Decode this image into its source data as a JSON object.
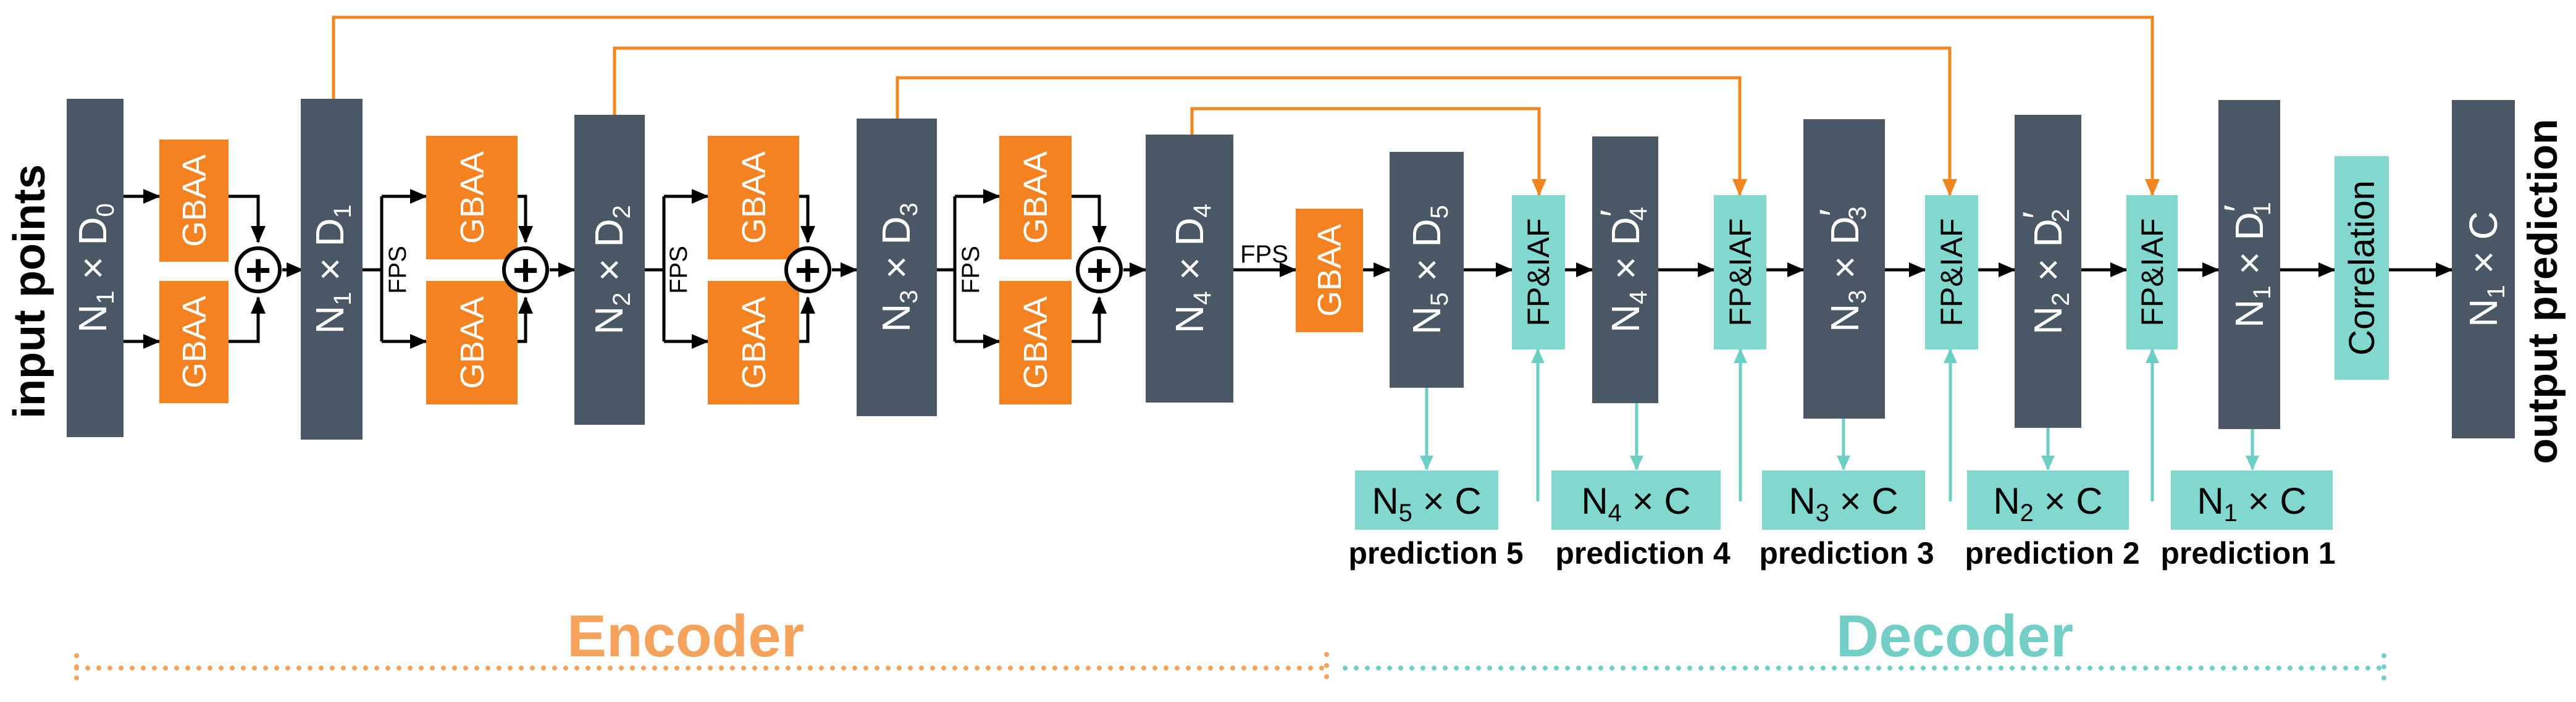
{
  "colors": {
    "feature_block": "#4a5866",
    "gbaa_block": "#f58220",
    "decoder_block": "#80d8cf",
    "skip_line": "#f0871e",
    "decoder_line": "#6ccfc6",
    "arrow": "#000000",
    "encoder_text": "#f5a25d",
    "decoder_text": "#72cfc7"
  },
  "side_labels": {
    "input": "input points",
    "output": "output prediction"
  },
  "gbaa_label": "GBAA",
  "fps_label": "FPS",
  "plus_symbol": "+",
  "fpiaf_label": "FP&IAF",
  "correlation_label": "Correlation",
  "encoder": {
    "blocks": [
      {
        "n": "1",
        "d": "0",
        "prime": ""
      },
      {
        "n": "1",
        "d": "1",
        "prime": ""
      },
      {
        "n": "2",
        "d": "2",
        "prime": ""
      },
      {
        "n": "3",
        "d": "3",
        "prime": ""
      },
      {
        "n": "4",
        "d": "4",
        "prime": ""
      },
      {
        "n": "5",
        "d": "5",
        "prime": ""
      }
    ]
  },
  "decoder": {
    "blocks": [
      {
        "n": "4",
        "d": "4",
        "prime": "′"
      },
      {
        "n": "3",
        "d": "3",
        "prime": "′"
      },
      {
        "n": "2",
        "d": "2",
        "prime": "′"
      },
      {
        "n": "1",
        "d": "1",
        "prime": "′"
      }
    ],
    "output_block": {
      "n": "1",
      "d": "C"
    },
    "predictions": [
      {
        "n": "5",
        "c": "C",
        "label": "prediction 5"
      },
      {
        "n": "4",
        "c": "C",
        "label": "prediction 4"
      },
      {
        "n": "3",
        "c": "C",
        "label": "prediction 3"
      },
      {
        "n": "2",
        "c": "C",
        "label": "prediction 2"
      },
      {
        "n": "1",
        "c": "C",
        "label": "prediction 1"
      }
    ]
  },
  "section_labels": {
    "encoder": "Encoder",
    "decoder": "Decoder"
  }
}
